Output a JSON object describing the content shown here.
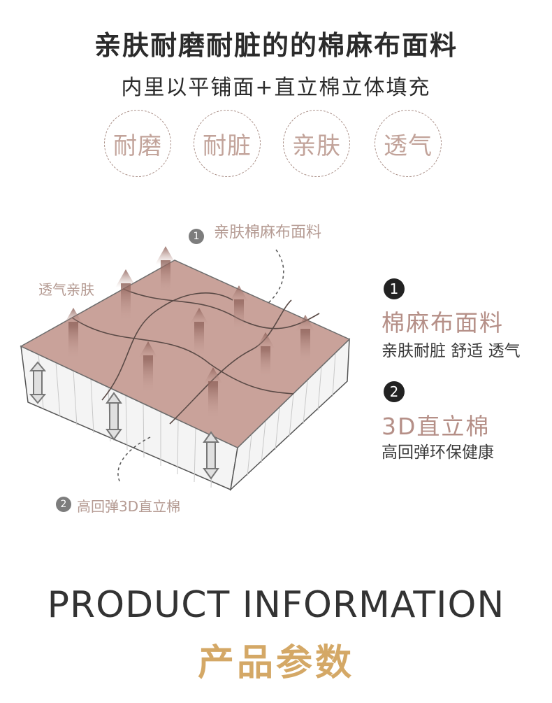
{
  "header": {
    "title": "亲肤耐磨耐脏的的棉麻布面料",
    "subtitle": "内里以平铺面+直立棉立体填充"
  },
  "badges": [
    {
      "label": "耐磨"
    },
    {
      "label": "耐脏"
    },
    {
      "label": "亲肤"
    },
    {
      "label": "透气"
    }
  ],
  "diagram": {
    "callout_top": {
      "num": "1",
      "label": "亲肤棉麻布面料"
    },
    "callout_left": {
      "label": "透气亲肤"
    },
    "callout_bottom": {
      "num": "2",
      "label": "高回弹3D直立棉"
    }
  },
  "features": [
    {
      "num": "1",
      "title": "棉麻布面料",
      "desc": "亲肤耐脏 舒适 透气"
    },
    {
      "num": "2",
      "title": "3D直立棉",
      "desc": "高回弹环保健康"
    }
  ],
  "section": {
    "title_en": "PRODUCT INFORMATION",
    "title_cn": "产品参数"
  },
  "colors": {
    "fabric": "#c9a29a",
    "accent_text": "#b58f87",
    "badge_text": "#c2a39a",
    "section_cn": "#d4a866"
  }
}
